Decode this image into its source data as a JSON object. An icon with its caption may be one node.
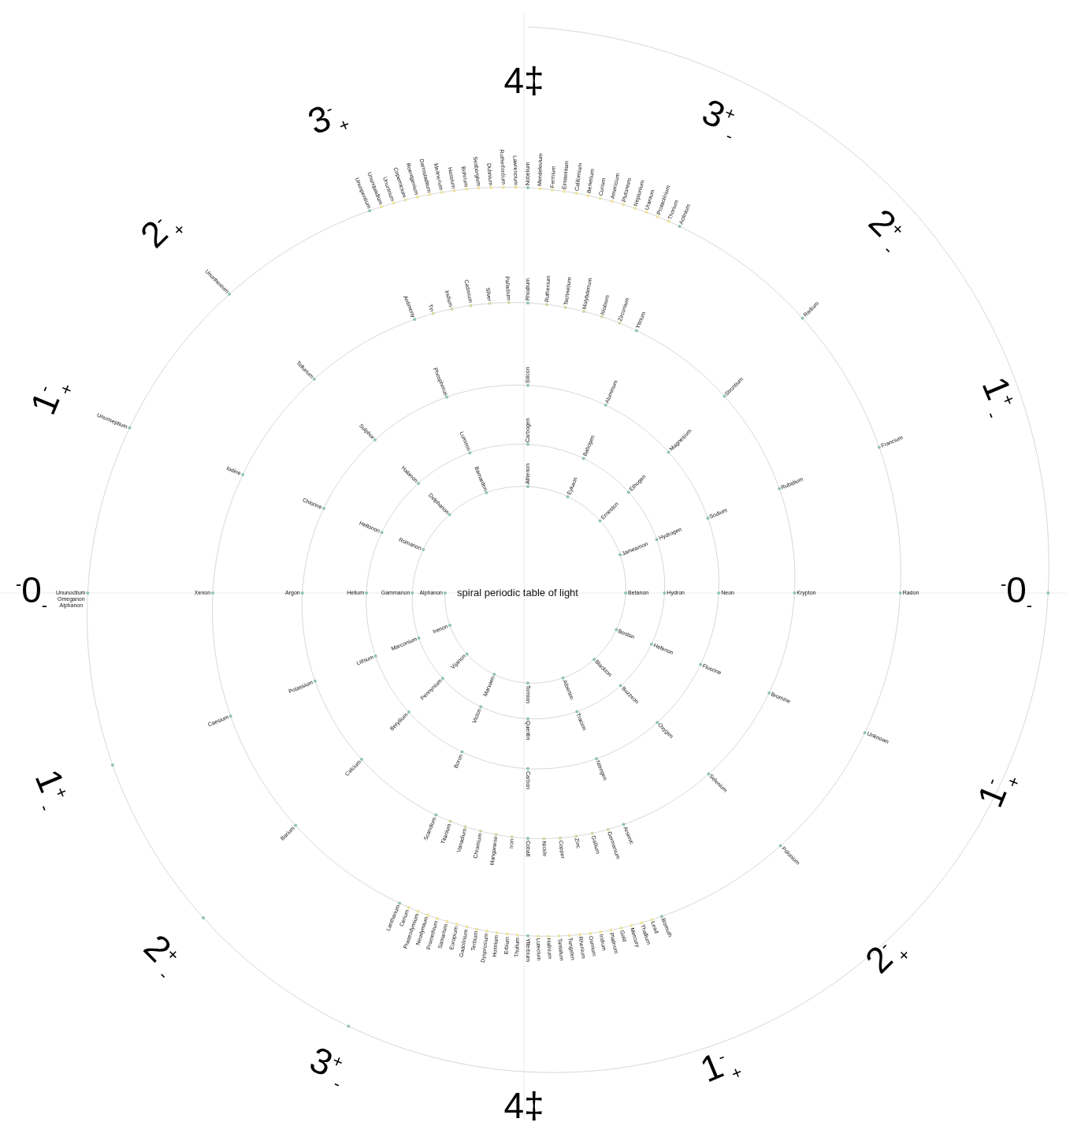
{
  "diagram": {
    "title": "spiral periodic table of light",
    "labels": [
      "4‡",
      "3$^{-}$$_{+}$",
      "3$^{+}$$_{-}$",
      "2$^{-}$$_{+}$",
      "2$^{+}$$_{-}$",
      "1$^{-}$$_{+}$",
      "1$^{+}$$_{-}$",
      "$^{-}$0$_{-}$",
      "$^{-}$0$_{-}$",
      "1$^{+}$$_{-}$",
      "1$^{-}$$_{+}$",
      "2$^{+}$$_{-}$",
      "2$^{-}$$_{+}$",
      "3$^{+}$$_{-}$",
      "1$^{-}$$_{+}$",
      "4‡",
      "Alphanon",
      "Irenon",
      "Vijanon",
      "Marvaen",
      "Tornion",
      "Alberton",
      "Blackton",
      "Boston",
      "Betanon",
      "Jamearnon",
      "Erneston",
      "Eykaon",
      "Athenon",
      "Barnardon",
      "Delphanon",
      "Romanon",
      "Gammanon",
      "Marconium",
      "Pennynium",
      "Victon",
      "Quentin",
      "Tracion",
      "Buzzeon",
      "Hefenon",
      "Hydron",
      "Hydrogen",
      "Ethogen",
      "Babogen",
      "Carbogen",
      "Lumiron",
      "Halanon",
      "Hellonon",
      "Helium",
      "Lithium",
      "Beryllium",
      "Boron",
      "Carbon",
      "Nitrogen",
      "Oxygen",
      "Fluorine",
      "Neon",
      "Sodium",
      "Magnesium",
      "Aluminum",
      "Silicon",
      "Phosphorus",
      "Sulphur",
      "Chlorine",
      "Argon",
      "Potassium",
      "Calcium",
      "Scandium",
      "Titanium",
      "Vanadium",
      "Chromium",
      "Manganese",
      "Iron",
      "Cobalt",
      "Nickle",
      "Copper",
      "Zinc",
      "Gallium",
      "Germanium",
      "Arsenic",
      "Selenium",
      "Bromine",
      "Krypton",
      "Rubidium",
      "Strontium",
      "Yttrium",
      "Zirconium",
      "Niobium",
      "Molybdenum",
      "Technetium",
      "Ruthenium",
      "Rhodium",
      "Palladium",
      "Silver",
      "Cadmium",
      "Indium",
      "Tin",
      "Antimony",
      "Tellurium",
      "Iodine",
      "Xenon",
      "Caesium",
      "Barium",
      "Lanthanum",
      "Cerium",
      "Praseodymium",
      "Neodymium",
      "Promethium",
      "Samarium",
      "Europium",
      "Gadolinium",
      "Terbium",
      "Dysprosium",
      "Holmium",
      "Erbium",
      "Thulium",
      "Ytterbium",
      "Lutecium",
      "Hafnium",
      "Tantalum",
      "Tungsten",
      "Rhenium",
      "Osmium",
      "Iridium",
      "Platinum",
      "Gold",
      "Mercury",
      "Thallium",
      "Lead",
      "Bismuth",
      "Polonium",
      "Unknown",
      "Radon",
      "Francium",
      "Radium",
      "Actinium",
      "Thorium",
      "Protactinium",
      "Uranium",
      "Neptunium",
      "Plutonium",
      "Americium",
      "Curium",
      "Berkelium",
      "Californium",
      "Einsteinium",
      "Fermium",
      "Mendelevium",
      "Nobelium",
      "Lawrencium",
      "Rutherfordium",
      "Dubnium",
      "Seaborgium",
      "Bohrium",
      "Hassium",
      "Meitnerium",
      "Darmstadtium",
      "Roentgenium",
      "Copernicium",
      "Ununtrium",
      "Ununquadium",
      "Ununpentium",
      "Ununhexium",
      "Ununseptium",
      "Ununoctium",
      "Omeganon",
      "Alphanon"
    ]
  }
}
